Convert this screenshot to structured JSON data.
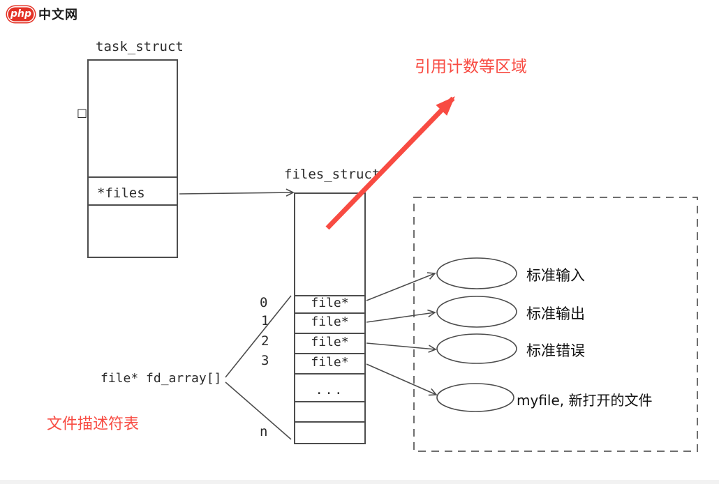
{
  "logo": {
    "badge": "php",
    "name": "中文网"
  },
  "colors": {
    "accent_red": "#f84b42",
    "line_gray": "#4d4d4d",
    "logo_red": "#e43226"
  },
  "task_struct": {
    "title": "task_struct",
    "files_field": "*files",
    "stray_char": "□"
  },
  "files_struct": {
    "title": "files_struct",
    "indexes": [
      "0",
      "1",
      "2",
      "3"
    ],
    "fd_rows": [
      "file*",
      "file*",
      "file*",
      "file*"
    ],
    "ellipsis_row": "...",
    "last_index": "n"
  },
  "annotations": {
    "ref_count_area": "引用计数等区域",
    "fd_array_label": "file* fd_array[]",
    "fd_table": "文件描述符表"
  },
  "file_objects": [
    {
      "label": "标准输入"
    },
    {
      "label": "标准输出"
    },
    {
      "label": "标准错误"
    },
    {
      "label": "myfile, 新打开的文件"
    }
  ]
}
